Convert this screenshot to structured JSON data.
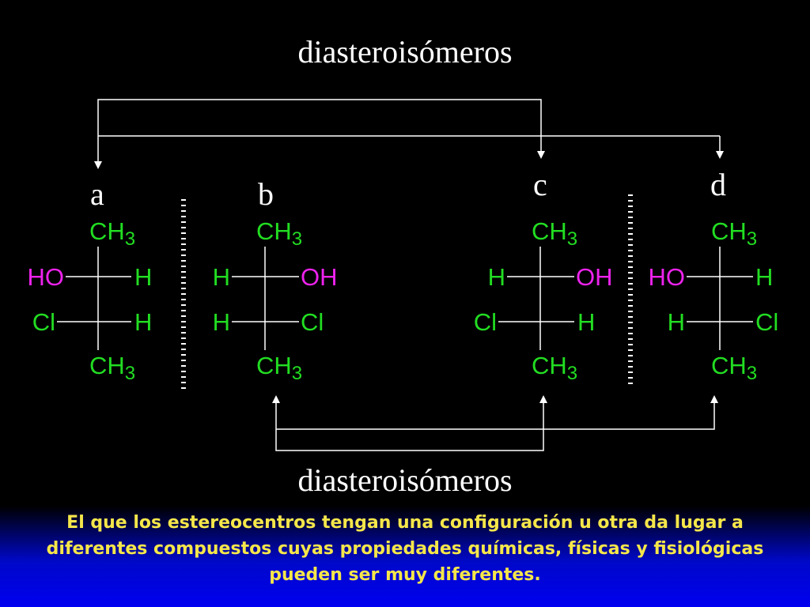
{
  "title_top": "diasteroisómeros",
  "title_bottom": "diasteroisómeros",
  "caption": "El que los estereocentros tengan una configuración u otra da lugar a diferentes compuestos cuyas propiedades químicas, físicas y fisiológicas pueden ser muy diferentes.",
  "colors": {
    "green": "#22dd22",
    "magenta": "#ee22ee",
    "white": "#ffffff",
    "caption": "#f5e64a"
  },
  "molecules": [
    {
      "label": "a",
      "top": "CH3",
      "r1_left": "HO",
      "r1_right": "H",
      "r2_left": "Cl",
      "r2_right": "H",
      "bottom": "CH3"
    },
    {
      "label": "b",
      "top": "CH3",
      "r1_left": "H",
      "r1_right": "OH",
      "r2_left": "H",
      "r2_right": "Cl",
      "bottom": "CH3"
    },
    {
      "label": "c",
      "top": "CH3",
      "r1_left": "H",
      "r1_right": "OH",
      "r2_left": "Cl",
      "r2_right": "H",
      "bottom": "CH3"
    },
    {
      "label": "d",
      "top": "CH3",
      "r1_left": "HO",
      "r1_right": "H",
      "r2_left": "H",
      "r2_right": "Cl",
      "bottom": "CH3"
    }
  ]
}
